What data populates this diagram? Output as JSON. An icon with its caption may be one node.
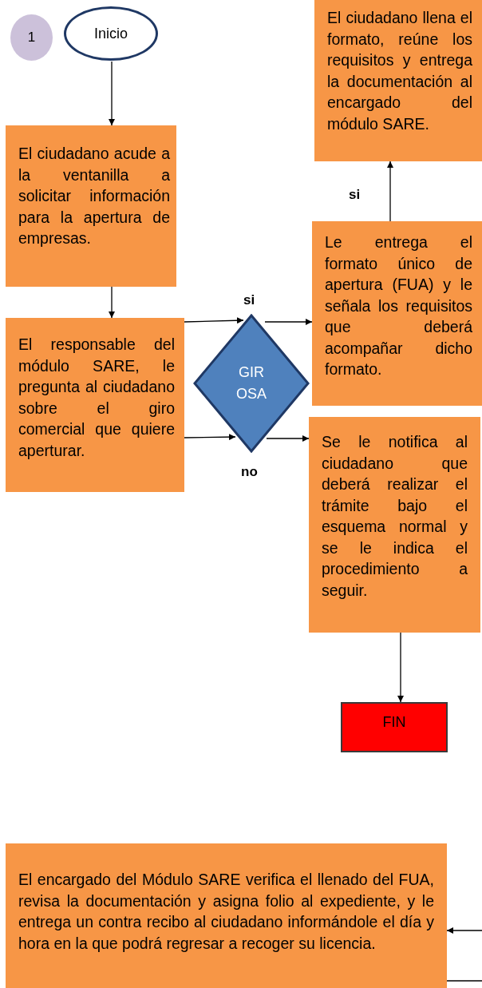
{
  "diagram": {
    "nodes": [
      {
        "text": [
          "1"
        ]
      },
      {
        "text": [
          "Inicio"
        ]
      },
      {
        "text": [
          "El ciudadano acude a la ventanilla a solicitar información para la apertura de empresas."
        ]
      },
      {
        "text": [
          "El responsable del módulo SARE, le pregunta al ciudadano sobre el giro comercial que quiere aperturar."
        ]
      },
      {
        "text": [
          "GIROSA"
        ]
      },
      {
        "text": [
          "Le entrega el formato único de apertura (FUA) y le señala los requisitos que deberá acompañar dicho formato."
        ]
      },
      {
        "text": [
          "El ciudadano llena el formato, reúne los requisitos y entrega la documentación al encargado del módulo SARE."
        ]
      },
      {
        "text": [
          "Se le notifica al ciudadano que deberá realizar el trámite bajo el esquema normal y se le indica el procedimiento a seguir."
        ]
      },
      {
        "text": [
          "FIN"
        ]
      },
      {
        "text": [
          "El encargado del Módulo SARE verifica el llenado del FUA, revisa la documentación y asigna folio al expediente, y le entrega un contra recibo al ciudadano informándole el día y hora en la que podrá regresar a recoger su licencia."
        ]
      }
    ],
    "edges": [
      {
        "from": 1,
        "to": 2,
        "arrow": "to"
      },
      {
        "from": 2,
        "to": 3,
        "arrow": "to"
      },
      {
        "from": 3,
        "to": 4,
        "arrow": "to"
      },
      {
        "from": 3,
        "to": 4,
        "arrow": "to"
      },
      {
        "from": 4,
        "to": 5,
        "arrow": "to",
        "label": "si"
      },
      {
        "from": 4,
        "to": 7,
        "arrow": "to",
        "label": "no"
      },
      {
        "from": 5,
        "to": 6,
        "arrow": "to",
        "label": "si"
      },
      {
        "from": 7,
        "to": 8,
        "arrow": "to"
      },
      {
        "from": null,
        "to": 9,
        "arrow": "to"
      },
      {
        "from": 9,
        "to": null,
        "arrow": "none"
      }
    ]
  }
}
